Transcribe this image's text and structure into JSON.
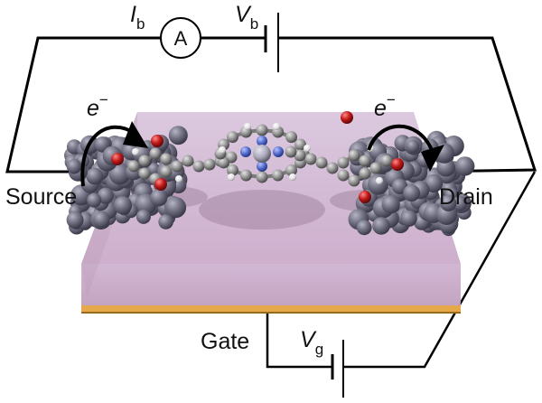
{
  "labels": {
    "source": "Source",
    "drain": "Drain",
    "gate": "Gate",
    "ammeter": "A"
  },
  "symbols": {
    "current": {
      "base": "I",
      "sub": "b"
    },
    "bias_voltage": {
      "base": "V",
      "sub": "b"
    },
    "gate_voltage": {
      "base": "V",
      "sub": "g"
    },
    "electron_left": {
      "base": "e",
      "sup": "−"
    },
    "electron_right": {
      "base": "e",
      "sup": "−"
    }
  },
  "colors": {
    "wire": "#000000",
    "substrate_top": "#c9a8c8",
    "substrate_front": "#c1a0bf",
    "gate_strip": "#e6a94a",
    "electrode_atom": "#6f6e80",
    "carbon_atom": "#8e8e8e",
    "oxygen_atom": "#c01818",
    "hydrogen_atom": "#e8e8e8",
    "nitrogen_atom": "#5068c8",
    "metal_atom": "#a8a8b8"
  }
}
